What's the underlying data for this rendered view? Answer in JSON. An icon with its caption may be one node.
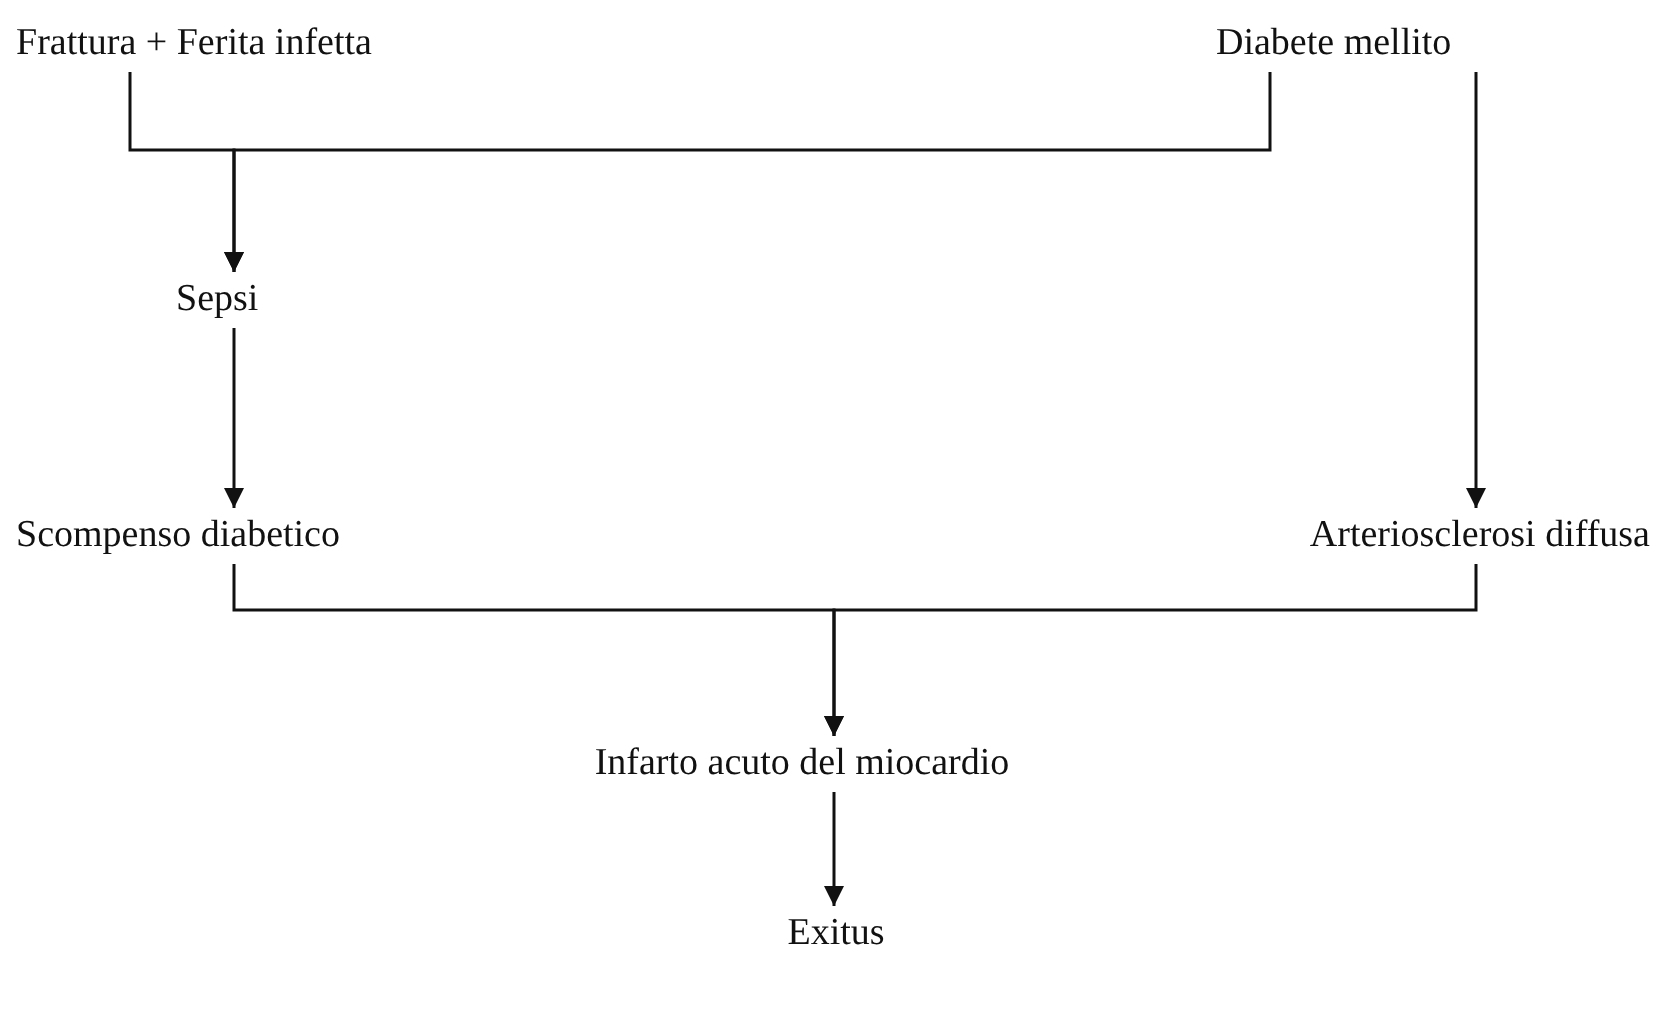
{
  "diagram": {
    "nodes": [
      {
        "text": [
          "Frattura + Ferita infetta"
        ]
      },
      {
        "text": [
          "Diabete mellito"
        ]
      },
      {
        "text": [
          "Sepsi"
        ]
      },
      {
        "text": [
          "Scompenso diabetico"
        ]
      },
      {
        "text": [
          "Arteriosclerosi diffusa"
        ]
      },
      {
        "text": [
          "Infarto acuto del miocardio"
        ]
      },
      {
        "text": [
          "Exitus"
        ]
      }
    ],
    "edges": [
      {
        "from": 0,
        "to": 2,
        "arrow": "to"
      },
      {
        "from": 1,
        "to": 2,
        "arrow": "to"
      },
      {
        "from": 1,
        "to": 4,
        "arrow": "to"
      },
      {
        "from": 2,
        "to": 3,
        "arrow": "to"
      },
      {
        "from": 3,
        "to": 5,
        "arrow": "to"
      },
      {
        "from": 4,
        "to": 5,
        "arrow": "to"
      },
      {
        "from": 5,
        "to": 6,
        "arrow": "to"
      }
    ]
  }
}
